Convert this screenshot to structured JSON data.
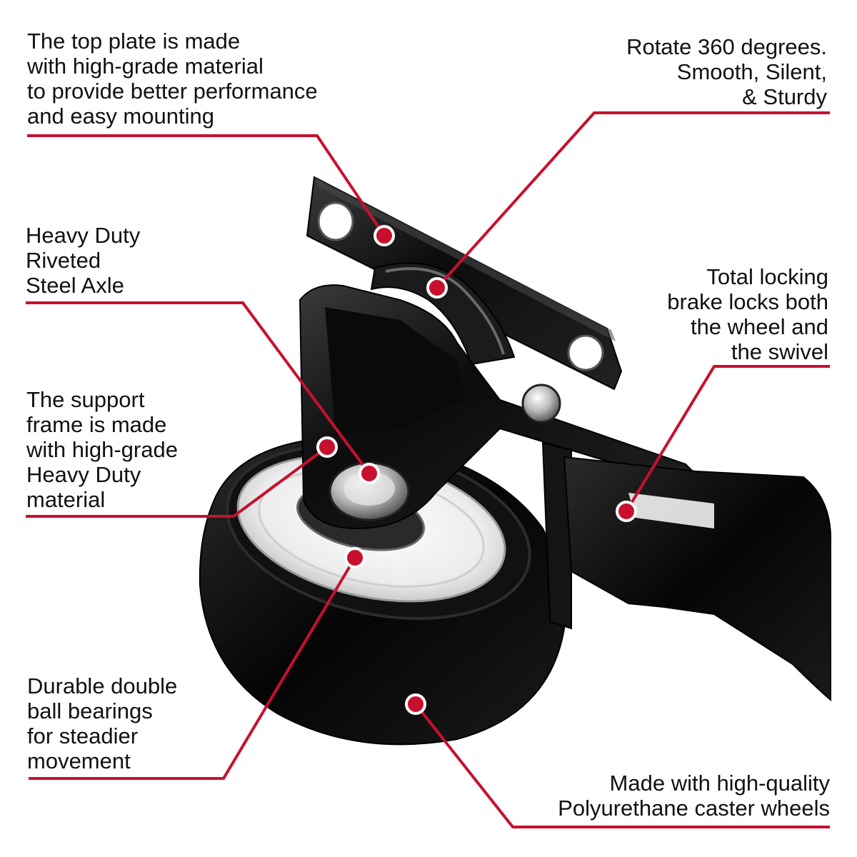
{
  "colors": {
    "accent": "#c8102e",
    "text": "#111111",
    "caster_black": "#0d0d0d",
    "wheel_hub": "#e6e6e6"
  },
  "callouts": {
    "top_plate": "The top plate is made\nwith high-grade material\nto provide better performance\nand easy mounting",
    "rotate": "Rotate 360 degrees.\nSmooth, Silent,\n& Sturdy",
    "axle": "Heavy Duty\nRiveted\nSteel Axle",
    "brake": "Total locking\nbrake locks both\nthe wheel and\nthe swivel",
    "frame": "The support\nframe is made\nwith high-grade\nHeavy Duty\nmaterial",
    "bearings": "Durable double\nball bearings\nfor steadier\nmovement",
    "wheels": "Made with high-quality\nPolyurethane caster wheels"
  }
}
